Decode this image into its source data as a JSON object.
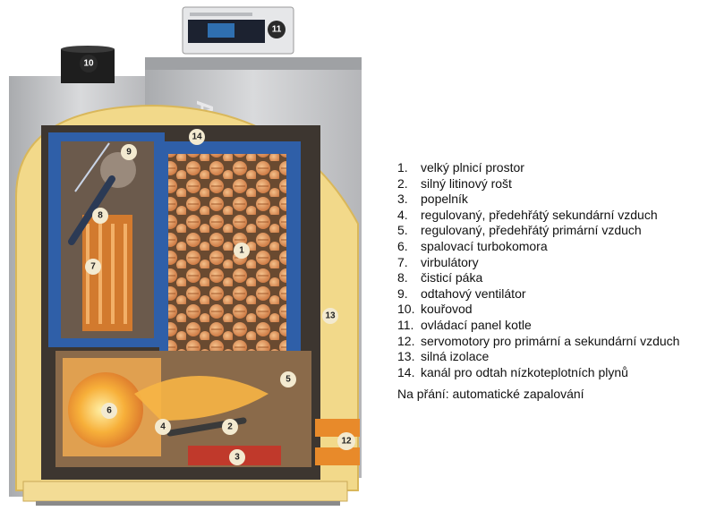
{
  "legend": {
    "items": [
      {
        "number": "1.",
        "text": "velký plnicí prostor"
      },
      {
        "number": "2.",
        "text": "silný litinový rošt"
      },
      {
        "number": "3.",
        "text": "popelník"
      },
      {
        "number": "4.",
        "text": "regulovaný, předehřátý sekundární vzduch"
      },
      {
        "number": "5.",
        "text": "regulovaný, předehřátý primární vzduch"
      },
      {
        "number": "6.",
        "text": "spalovací turbokomora"
      },
      {
        "number": "7.",
        "text": "virbulátory"
      },
      {
        "number": "8.",
        "text": "čisticí páka"
      },
      {
        "number": "9.",
        "text": "odtahový ventilátor"
      },
      {
        "number": "10.",
        "text": "kouřovod"
      },
      {
        "number": "11.",
        "text": "ovládací panel kotle"
      },
      {
        "number": "12.",
        "text": "servomotory pro primární a sekundární vzduch"
      },
      {
        "number": "13.",
        "text": "silná izolace"
      },
      {
        "number": "14.",
        "text": "kanál pro odtah nízkoteplotních plynů"
      }
    ],
    "note": "Na přání: automatické zapalování"
  },
  "diagram": {
    "brand_fragment": "ATIC",
    "callouts": [
      "1",
      "2",
      "3",
      "4",
      "5",
      "6",
      "7",
      "8",
      "9",
      "10",
      "11",
      "12",
      "13",
      "14"
    ],
    "colors": {
      "insulation": "#f2d98a",
      "casing": "#c9cacc",
      "water_jacket": "#2f5fa8",
      "chamber_bg": "#5a4a3e",
      "firewood": "#d98a4a",
      "flame": "#f59a2a",
      "ash_pan": "#c0392b",
      "callout_fill": "#2a2a2a"
    }
  }
}
